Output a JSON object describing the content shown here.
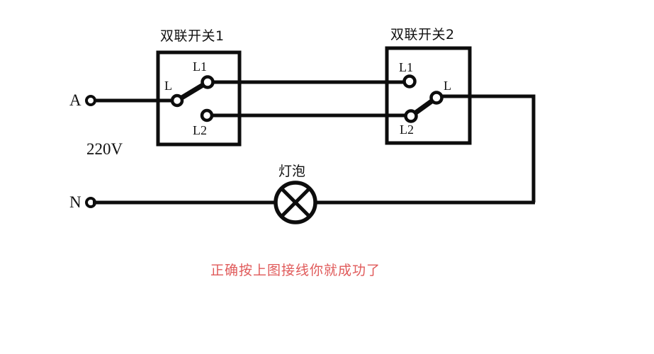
{
  "diagram": {
    "type": "two-way-switch-lighting-circuit",
    "background_color": "#ffffff",
    "wire_color": "#0d0d0d",
    "caption_color": "#e05a5a",
    "caption": "正确按上图接线你就成功了",
    "supply": {
      "live_label": "A",
      "neutral_label": "N",
      "voltage_label": "220V"
    },
    "switch1": {
      "title": "双联开关1",
      "common_label": "L",
      "traveler1_label": "L1",
      "traveler2_label": "L2",
      "lever_position": "L1"
    },
    "switch2": {
      "title": "双联开关2",
      "common_label": "L",
      "traveler1_label": "L1",
      "traveler2_label": "L2",
      "lever_position": "L2"
    },
    "lamp": {
      "label": "灯泡",
      "symbol": "circle-with-cross"
    }
  }
}
